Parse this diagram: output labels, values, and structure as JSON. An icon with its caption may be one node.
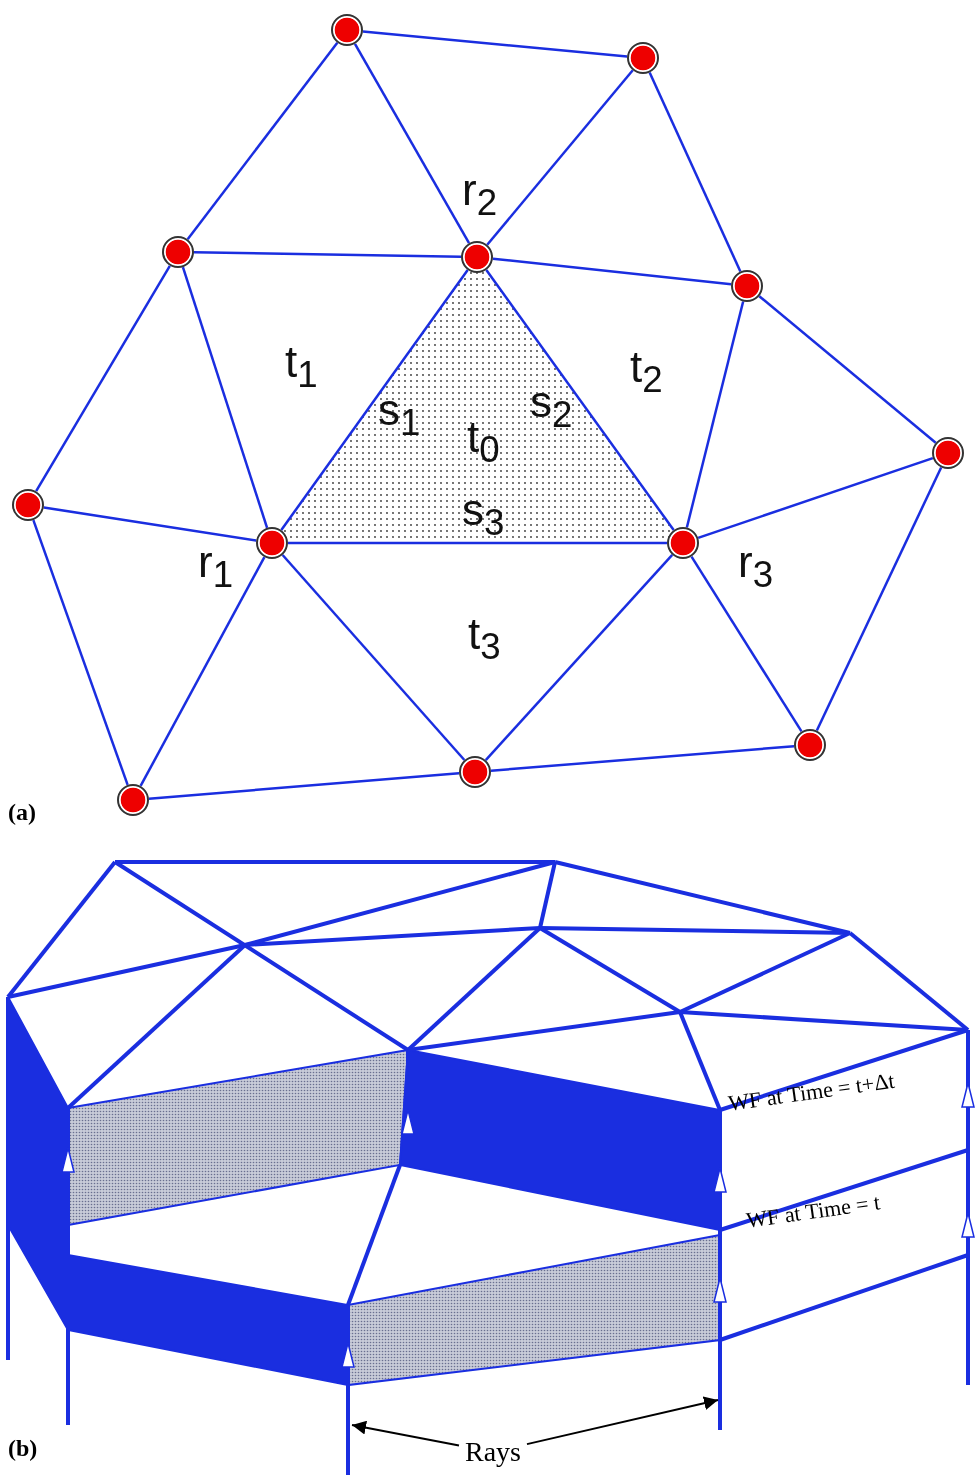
{
  "diagram": {
    "nodes": [
      {
        "text": [],
        "shape": "circle"
      },
      {
        "text": [],
        "shape": "circle"
      },
      {
        "text": [],
        "shape": "circle"
      },
      {
        "text": [],
        "shape": "circle",
        "beside": [
          "r$_{2}$"
        ]
      },
      {
        "text": [],
        "shape": "circle"
      },
      {
        "text": [],
        "shape": "circle"
      },
      {
        "text": [],
        "shape": "circle"
      },
      {
        "text": [],
        "shape": "circle",
        "beside": [
          "r$_{1}$"
        ]
      },
      {
        "text": [],
        "shape": "circle",
        "beside": [
          "r$_{3}$"
        ]
      },
      {
        "text": [],
        "shape": "circle"
      },
      {
        "text": [],
        "shape": "circle"
      },
      {
        "text": [],
        "shape": "circle"
      },
      {
        "text": [
          "Rays"
        ]
      }
    ],
    "edges": [
      {
        "from": 0,
        "to": 1,
        "arrow": "none"
      },
      {
        "from": 0,
        "to": 2,
        "arrow": "none"
      },
      {
        "from": 0,
        "to": 3,
        "arrow": "none"
      },
      {
        "from": 1,
        "to": 3,
        "arrow": "none"
      },
      {
        "from": 1,
        "to": 4,
        "arrow": "none"
      },
      {
        "from": 2,
        "to": 3,
        "arrow": "none"
      },
      {
        "from": 3,
        "to": 4,
        "arrow": "none"
      },
      {
        "from": 2,
        "to": 6,
        "arrow": "none"
      },
      {
        "from": 2,
        "to": 7,
        "arrow": "none"
      },
      {
        "from": 3,
        "to": 7,
        "arrow": "none"
      },
      {
        "from": 3,
        "to": 8,
        "arrow": "none"
      },
      {
        "from": 4,
        "to": 8,
        "arrow": "none"
      },
      {
        "from": 4,
        "to": 5,
        "arrow": "none"
      },
      {
        "from": 6,
        "to": 7,
        "arrow": "none"
      },
      {
        "from": 5,
        "to": 8,
        "arrow": "none"
      },
      {
        "from": 7,
        "to": 8,
        "arrow": "none"
      },
      {
        "from": 6,
        "to": 11,
        "arrow": "none"
      },
      {
        "from": 7,
        "to": 11,
        "arrow": "none"
      },
      {
        "from": 7,
        "to": 10,
        "arrow": "none"
      },
      {
        "from": 8,
        "to": 10,
        "arrow": "none"
      },
      {
        "from": 8,
        "to": 9,
        "arrow": "none"
      },
      {
        "from": 5,
        "to": 9,
        "arrow": "none"
      },
      {
        "from": 11,
        "to": 10,
        "arrow": "none"
      },
      {
        "from": 10,
        "to": 9,
        "arrow": "none"
      },
      {
        "from": 12,
        "to": null,
        "arrow": "to",
        "color": "#000000"
      },
      {
        "from": 12,
        "to": null,
        "arrow": "to",
        "color": "#000000"
      }
    ],
    "labels": [
      "t$_{1}$",
      "t$_{2}$",
      "s$_{2}$",
      "s$_{1}$",
      "t$_{0}$",
      "s$_{3}$",
      "t$_{3}$",
      "(a)",
      "WF at Time = t+Δt",
      "WF at Time = t",
      "(b)"
    ]
  }
}
